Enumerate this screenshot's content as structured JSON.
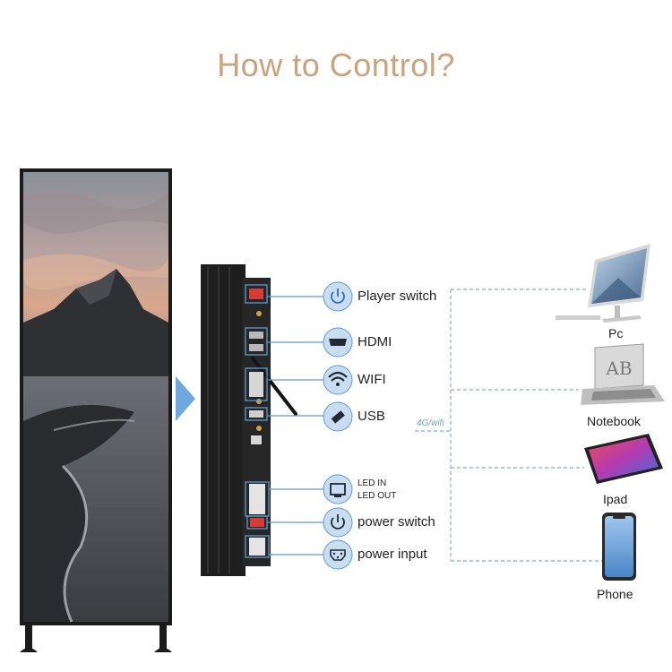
{
  "title": "How to Control?",
  "ports": [
    {
      "id": "player-switch",
      "label": "Player switch",
      "icon": "power-icon"
    },
    {
      "id": "hdmi",
      "label": "HDMI",
      "icon": "hdmi-icon"
    },
    {
      "id": "wifi",
      "label": "WIFI",
      "icon": "wifi-icon"
    },
    {
      "id": "usb",
      "label": "USB",
      "icon": "usb-icon"
    },
    {
      "id": "led",
      "label_in": "LED IN",
      "label_out": "LED OUT",
      "icon": "ethernet-icon"
    },
    {
      "id": "power-switch",
      "label": "power switch",
      "icon": "power-icon"
    },
    {
      "id": "power-input",
      "label": "power input",
      "icon": "power-socket-icon"
    }
  ],
  "network_label": "4G/wifi",
  "devices": [
    {
      "id": "pc",
      "label": "Pc"
    },
    {
      "id": "notebook",
      "label": "Notebook"
    },
    {
      "id": "ipad",
      "label": "Ipad"
    },
    {
      "id": "phone",
      "label": "Phone"
    }
  ],
  "colors": {
    "title": "#c9a27e",
    "accent": "#5b9bd5",
    "icon_fill": "#c9ddf1",
    "dashed": "#7fb0d8"
  }
}
